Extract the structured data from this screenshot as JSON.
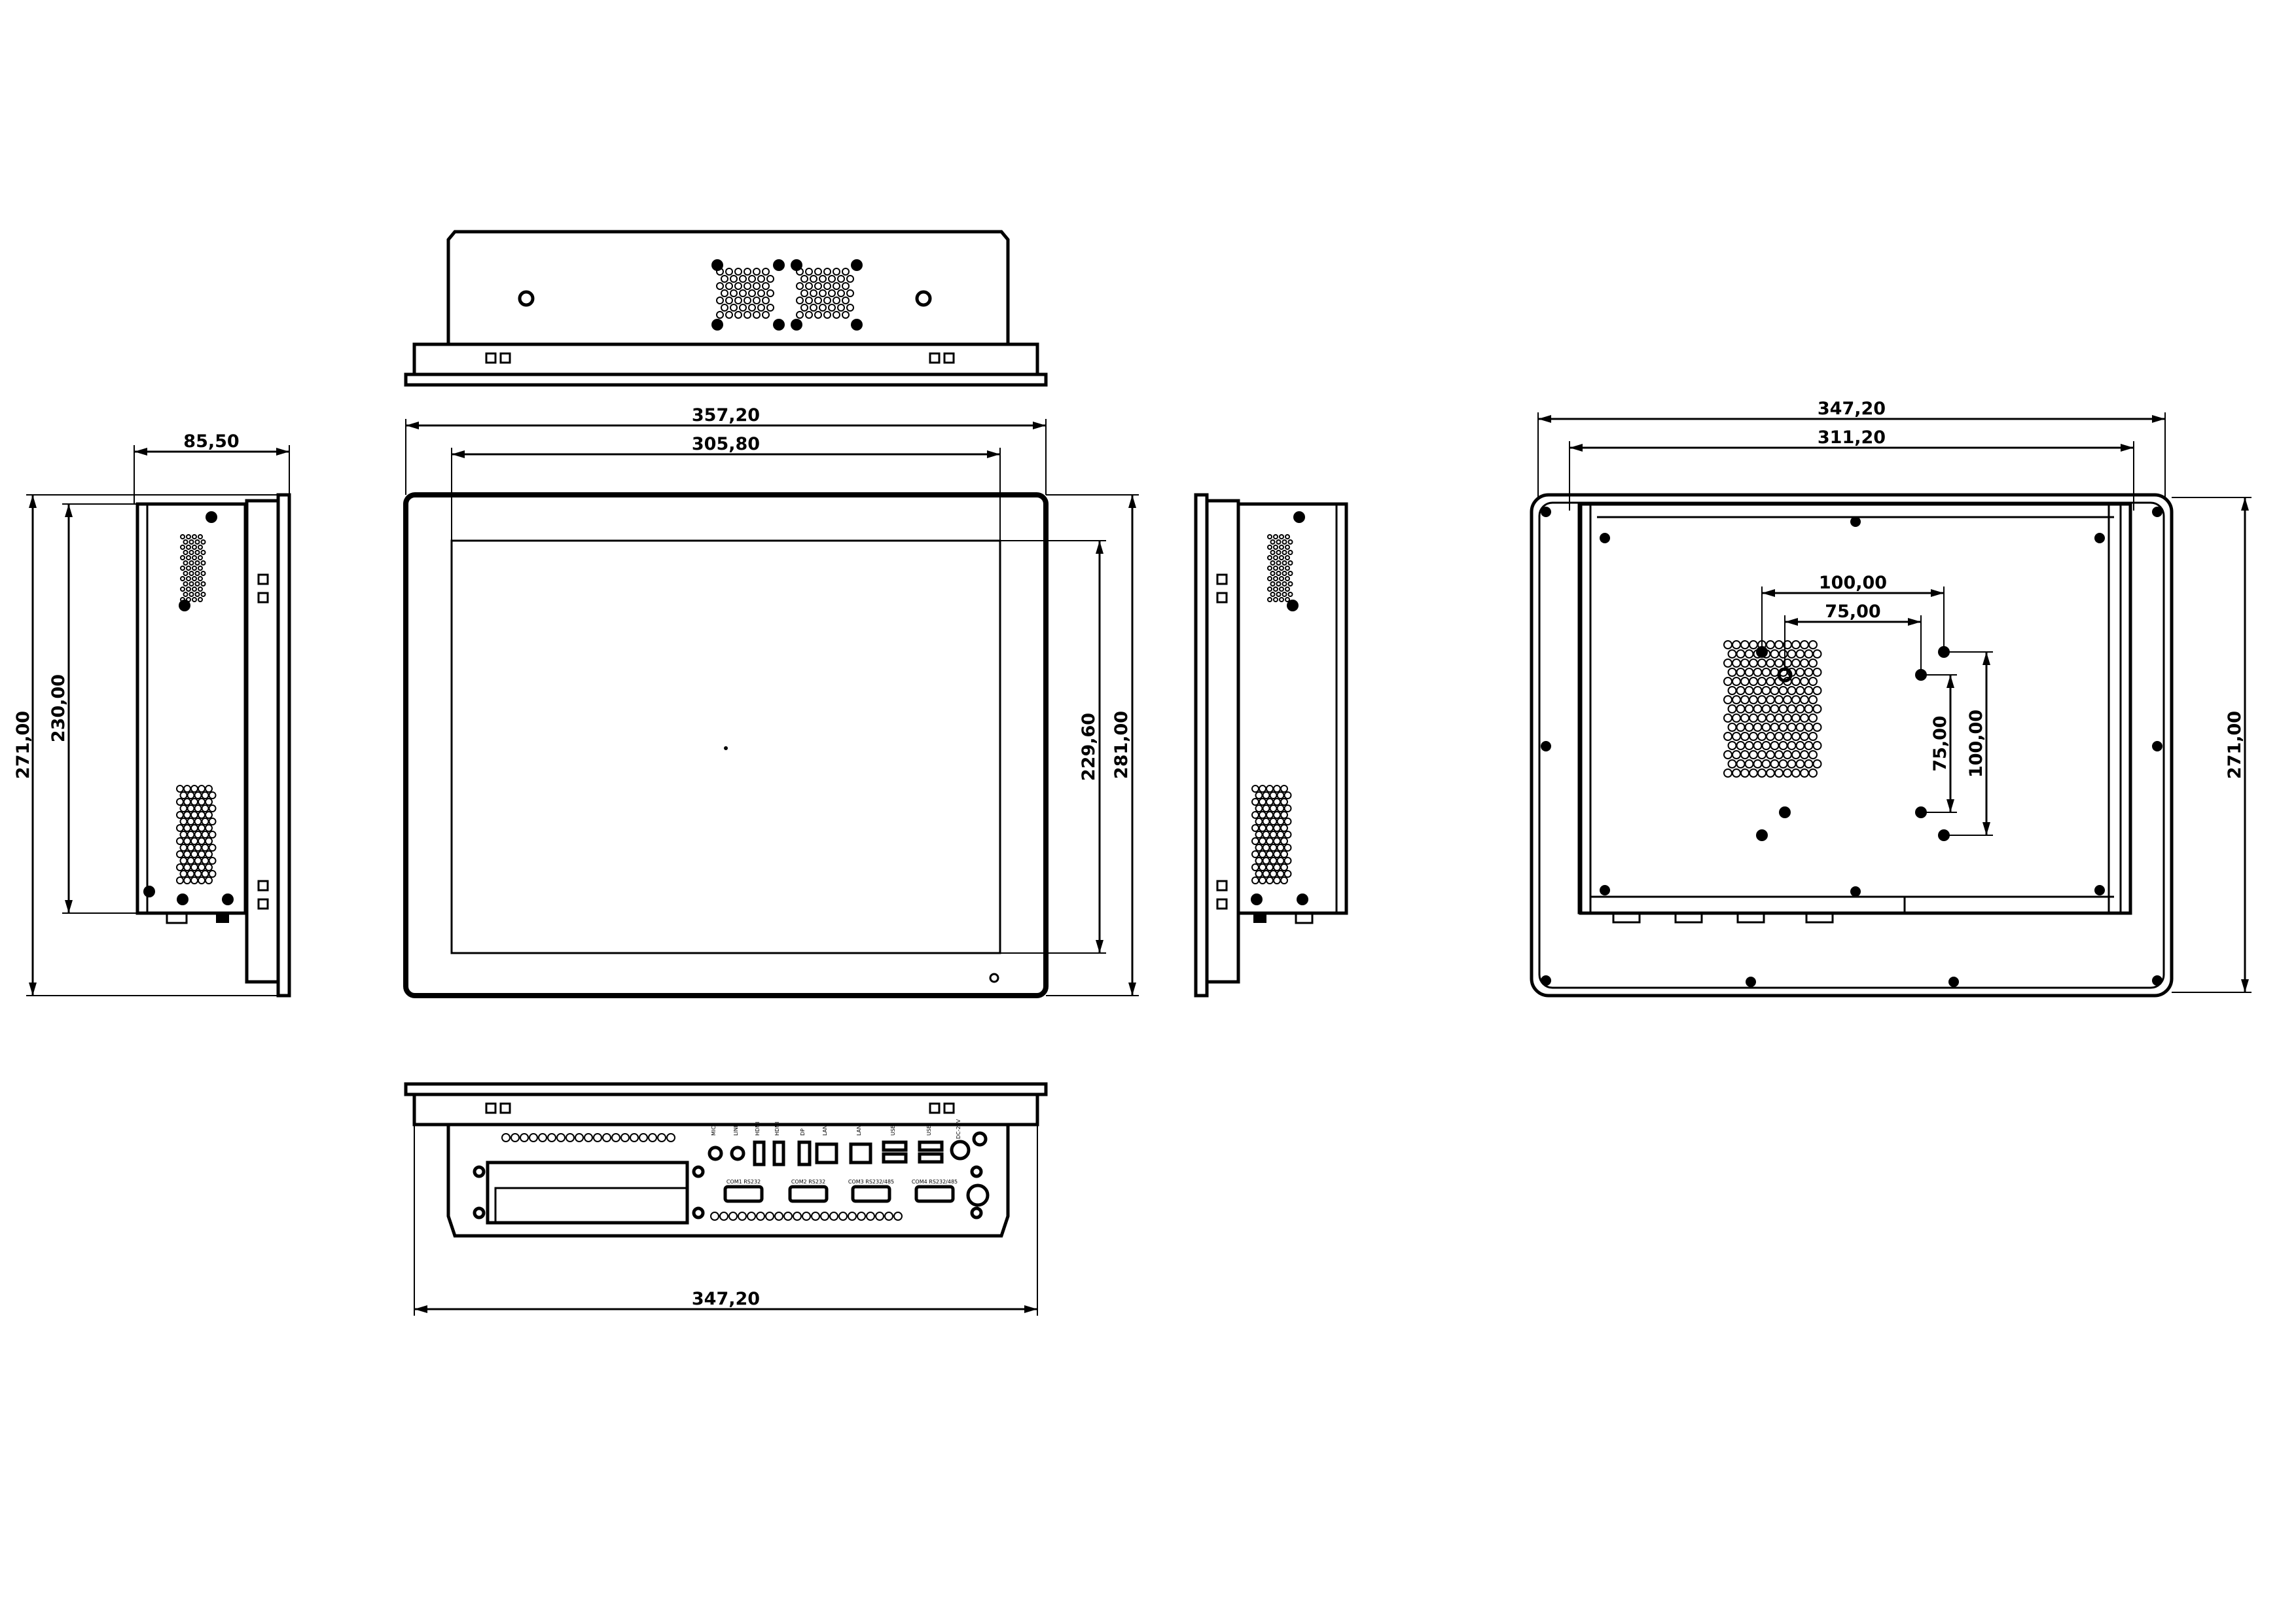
{
  "dimensions": {
    "side_left_depth": "85,50",
    "side_left_height_outer": "271,00",
    "side_left_height_inner": "230,00",
    "front_width_outer": "357,20",
    "front_width_inner": "305,80",
    "front_height_inner": "229,60",
    "front_height_outer": "281,00",
    "rear_width_outer": "347,20",
    "rear_width_inner": "311,20",
    "rear_vesa_100_h": "100,00",
    "rear_vesa_75_h": "75,00",
    "rear_vesa_75_v": "75,00",
    "rear_vesa_100_v": "100,00",
    "rear_height": "271,00",
    "bottom_width": "347,20"
  },
  "port_labels": [
    "MIC",
    "LINE",
    "HDMI",
    "HDMI",
    "DP",
    "LAN",
    "LAN",
    "USB",
    "USB",
    "DC-24V"
  ],
  "com_labels": [
    "COM1 RS232",
    "COM2 RS232",
    "COM3 RS232/485",
    "COM4 RS232/485"
  ]
}
